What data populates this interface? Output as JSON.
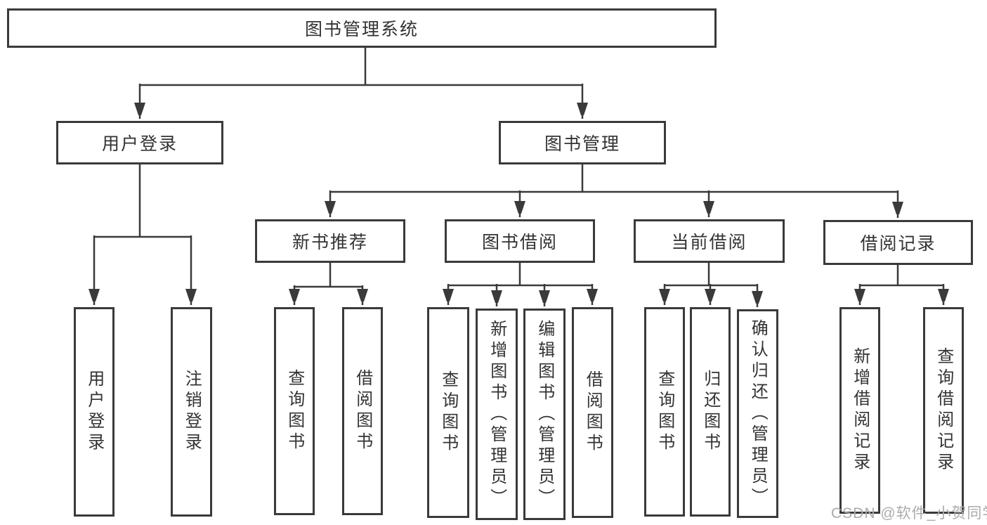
{
  "diagram": {
    "type": "hierarchy-flowchart",
    "colors": {
      "background": "#ffffff",
      "line": "#3a3a3a",
      "box_border": "#3a3a3a",
      "box_fill": "#ffffff",
      "text": "#333333",
      "watermark": "#ababab"
    },
    "tree": {
      "label": "图书管理系统",
      "children": [
        {
          "label": "用户登录",
          "children": [
            {
              "label": "用户登录"
            },
            {
              "label": "注销登录"
            }
          ]
        },
        {
          "label": "图书管理",
          "children": [
            {
              "label": "新书推荐",
              "children": [
                {
                  "label": "查询图书"
                },
                {
                  "label": "借阅图书"
                }
              ]
            },
            {
              "label": "图书借阅",
              "children": [
                {
                  "label": "查询图书"
                },
                {
                  "label": "新增图书（管理员）"
                },
                {
                  "label": "编辑图书（管理员）"
                },
                {
                  "label": "借阅图书"
                }
              ]
            },
            {
              "label": "当前借阅",
              "children": [
                {
                  "label": "查询图书"
                },
                {
                  "label": "归还图书"
                },
                {
                  "label": "确认归还（管理员）"
                }
              ]
            },
            {
              "label": "借阅记录",
              "children": [
                {
                  "label": "新增借阅记录"
                },
                {
                  "label": "查询借阅记录"
                }
              ]
            }
          ]
        }
      ]
    },
    "watermark": {
      "text": "CSDN @软件_小贺同学"
    }
  }
}
